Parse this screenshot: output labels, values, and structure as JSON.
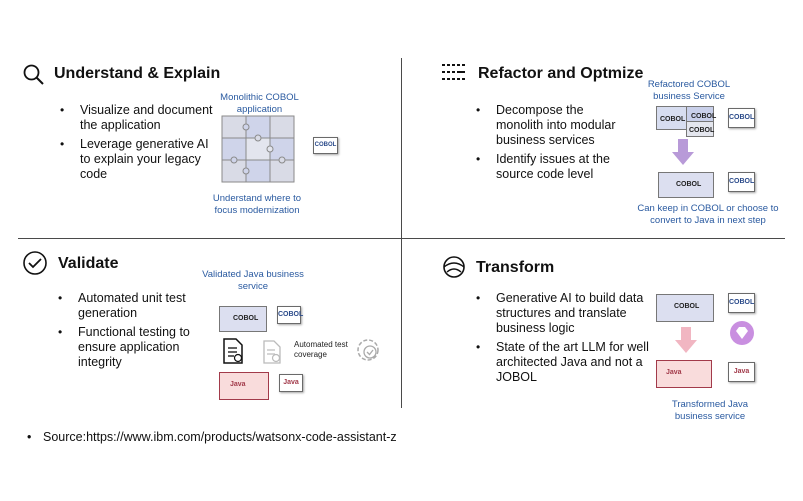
{
  "quadrants": {
    "understand": {
      "title": "Understand & Explain",
      "icon": "search-icon",
      "bullets": [
        "Visualize and document the application",
        "Leverage generative AI to explain your legacy code"
      ],
      "caption_top": "Monolithic COBOL application",
      "caption_bottom": "Understand where to focus modernization",
      "box_label": "COBOL"
    },
    "refactor": {
      "title": "Refactor and Optmize",
      "icon": "dots-grid-icon",
      "bullets": [
        "Decompose the monolith into modular business services",
        "Identify issues at the source code level"
      ],
      "caption_top": "Refactored COBOL business Service",
      "caption_bottom": "Can keep in COBOL or choose to convert to Java in next step",
      "piece_labels": [
        "COBOL",
        "COBOL",
        "COBOL"
      ],
      "box_labels": [
        "COBOL",
        "COBOL"
      ]
    },
    "validate": {
      "title": "Validate",
      "icon": "check-circle-icon",
      "bullets": [
        "Automated unit test generation",
        "Functional testing to ensure application integrity"
      ],
      "caption_top": "Validated Java business service",
      "caption_small": "Automated test coverage",
      "piece_labels": [
        "COBOL",
        "Java"
      ],
      "box_labels": [
        "COBOL",
        "Java"
      ]
    },
    "transform": {
      "title": "Transform",
      "icon": "transform-cycle-icon",
      "bullets": [
        "Generative AI to build data structures and translate business logic",
        "State of the art LLM for well architected Java and not a JOBOL"
      ],
      "caption_bottom": "Transformed Java business service",
      "piece_labels": [
        "COBOL",
        "Java"
      ],
      "box_labels": [
        "COBOL",
        "Java"
      ]
    }
  },
  "source": "Source:https://www.ibm.com/products/watsonx-code-assistant-z",
  "colors": {
    "accent": "#2a5aa0",
    "arrow": "#b89ad8",
    "java": "#a23a4a",
    "puzzle": "#d7ddf0"
  }
}
